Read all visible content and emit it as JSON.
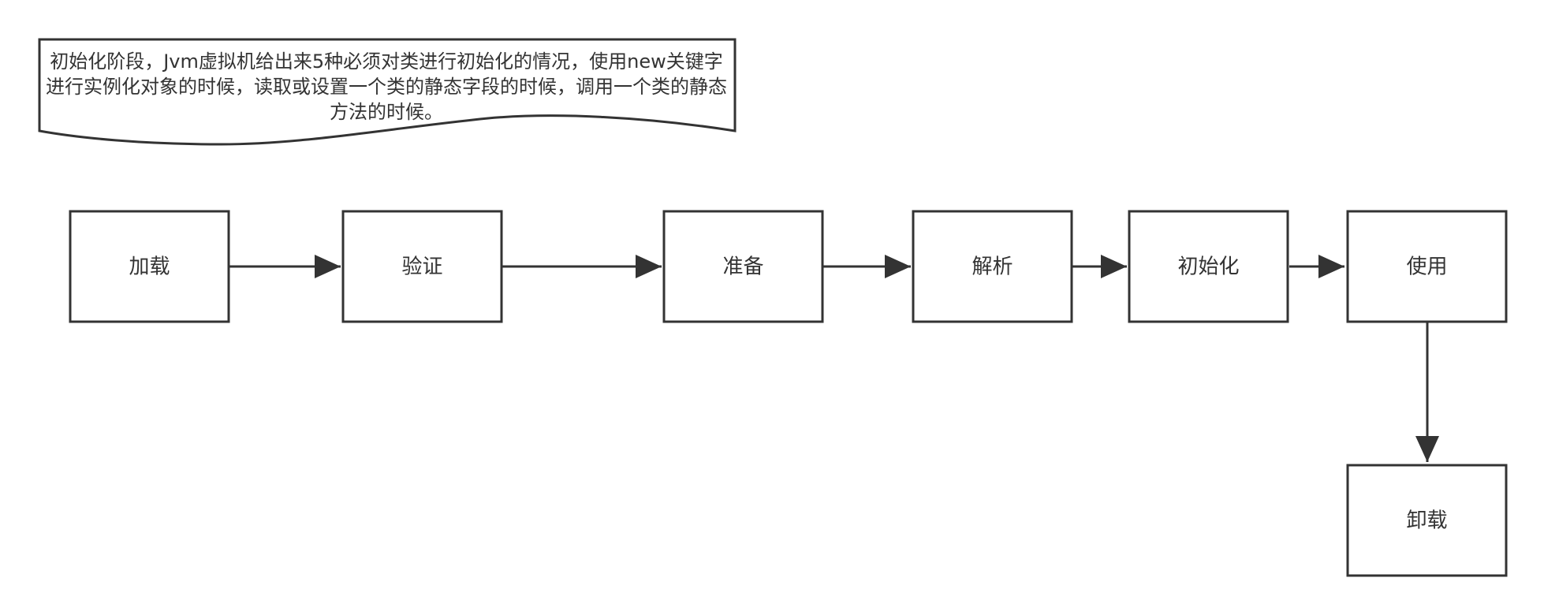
{
  "note": {
    "text": "初始化阶段，Jvm虚拟机给出来5种必须对类进行初始化的情况，使用new关键字进行实例化对象的时候，读取或设置一个类的静态字段的时候，调用一个类的静态方法的时候。"
  },
  "nodes": {
    "load": "加载",
    "verify": "验证",
    "prepare": "准备",
    "resolve": "解析",
    "initialize": "初始化",
    "use": "使用",
    "unload": "卸载"
  },
  "colors": {
    "stroke": "#333333",
    "fill": "#ffffff",
    "text": "#333333"
  }
}
